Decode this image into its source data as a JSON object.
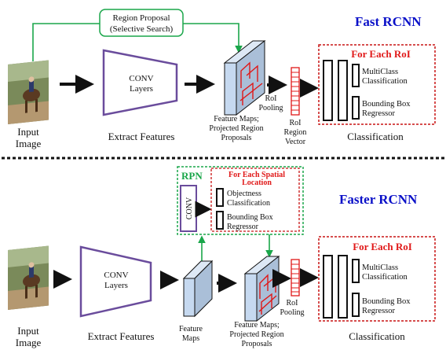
{
  "fast": {
    "title": "Fast RCNN",
    "region_proposal": [
      "Region Proposal",
      "(Selective Search)"
    ],
    "input_image": [
      "Input",
      "Image"
    ],
    "extract_features": "Extract Features",
    "conv_layers": [
      "CONV",
      "Layers"
    ],
    "feature_maps": [
      "Feature Maps;",
      "Projected Region",
      "Proposals"
    ],
    "roi_pooling": [
      "RoI",
      "Pooling"
    ],
    "roi_vector": [
      "RoI",
      "Region",
      "Vector"
    ],
    "for_each_roi": "For Each RoI",
    "multiclass": [
      "MultiClass",
      "Classification"
    ],
    "bbox": [
      "Bounding Box",
      "Regressor"
    ],
    "classification": "Classification"
  },
  "faster": {
    "title": "Faster RCNN",
    "rpn": "RPN",
    "conv": "CONV",
    "for_each_spatial": [
      "For Each Spatial",
      "Location"
    ],
    "objectness": [
      "Objectness",
      "Classification"
    ],
    "rpn_bbox": [
      "Bounding Box",
      "Regressor"
    ],
    "input_image": [
      "Input",
      "Image"
    ],
    "extract_features": "Extract Features",
    "conv_layers": [
      "CONV",
      "Layers"
    ],
    "feature_maps_plain": [
      "Feature",
      "Maps"
    ],
    "feature_maps": [
      "Feature Maps;",
      "Projected Region",
      "Proposals"
    ],
    "roi_pooling": [
      "RoI",
      "Pooling"
    ],
    "for_each_roi": "For Each RoI",
    "multiclass": [
      "MultiClass",
      "Classification"
    ],
    "bbox": [
      "Bounding Box",
      "Regressor"
    ],
    "classification": "Classification"
  },
  "colors": {
    "title_blue": "#0a10c8",
    "accent_red": "#e01818",
    "accent_green": "#1aa64a",
    "feature_fill": "#c6d9f0",
    "conv_stroke": "#6a4c9c"
  }
}
